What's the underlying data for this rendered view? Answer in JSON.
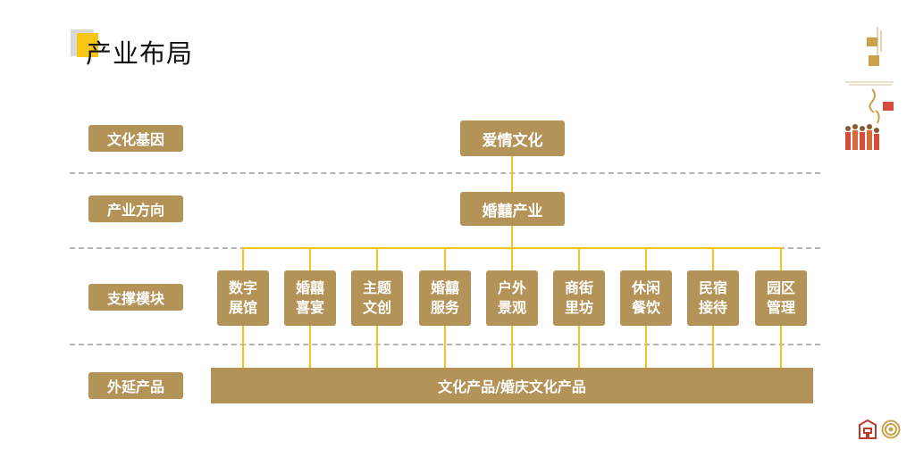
{
  "header": {
    "title": "产业布局"
  },
  "rows": [
    {
      "label": "文化基因"
    },
    {
      "label": "产业方向"
    },
    {
      "label": "支撑模块"
    },
    {
      "label": "外延产品"
    }
  ],
  "gene_box": "爱情文化",
  "direction_box": "婚囍产业",
  "modules": [
    {
      "label": "数字\n展馆"
    },
    {
      "label": "婚囍\n喜宴"
    },
    {
      "label": "主题\n文创"
    },
    {
      "label": "婚囍\n服务"
    },
    {
      "label": "户外\n景观"
    },
    {
      "label": "商街\n里坊"
    },
    {
      "label": "休闲\n餐饮"
    },
    {
      "label": "民宿\n接待"
    },
    {
      "label": "园区\n管理"
    }
  ],
  "product_bar": "文化产品/婚庆文化产品",
  "colors": {
    "box": "#b49358",
    "connector": "#f5c518",
    "divider": "#b5b5b5"
  }
}
